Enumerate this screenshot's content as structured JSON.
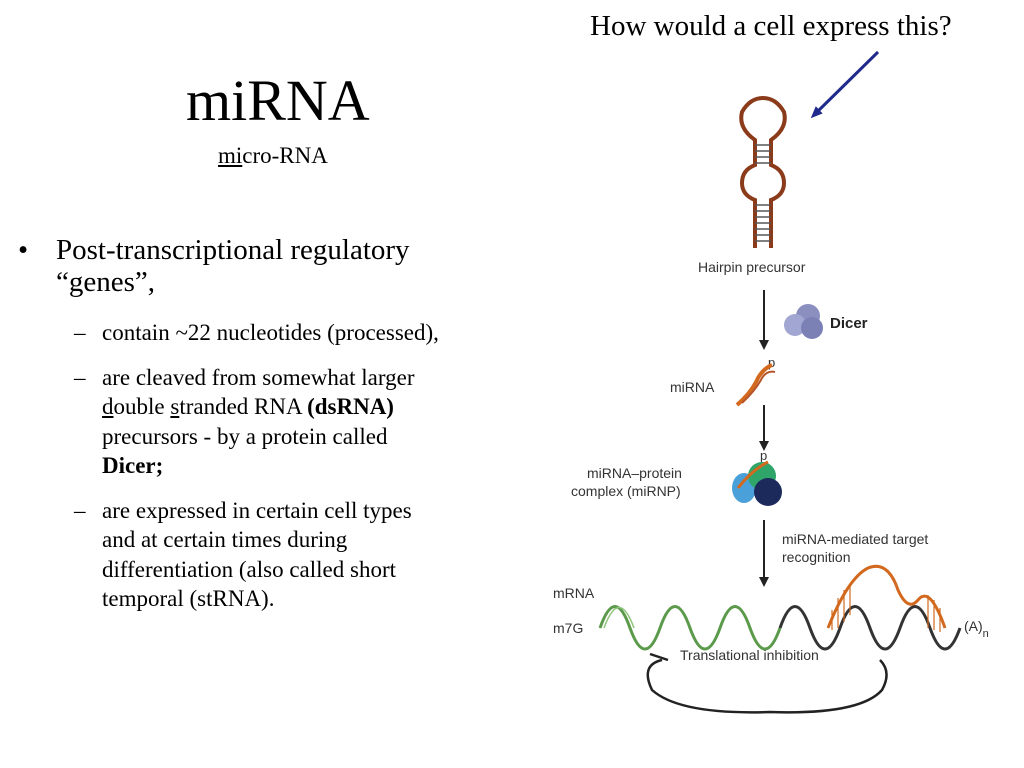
{
  "question": "How would a cell express this?",
  "title": "miRNA",
  "subtitle": {
    "underlined": "mi",
    "rest": "cro-RNA"
  },
  "bullet": {
    "marker": "•",
    "line1": "Post-transcriptional regulatory",
    "line2": "“genes”,"
  },
  "subitems": {
    "marker": "–",
    "item1": "contain ~22 nucleotides (processed),",
    "item2": {
      "line1": "are cleaved from somewhat larger",
      "d": "d",
      "ouble": "ouble ",
      "s": "s",
      "tranded": "tranded RNA ",
      "dsrna": "(dsRNA)",
      "line3": "precursors - by a protein called",
      "dicer": "Dicer;"
    },
    "item3": {
      "line1": "are expressed in certain cell types",
      "line2": "and at certain times during",
      "line3": "differentiation (also called short",
      "line4": "temporal (stRNA)."
    }
  },
  "diagram": {
    "hairpin_label": "Hairpin precursor",
    "dicer_label": "Dicer",
    "mirna_label": "miRNA",
    "p_label": "p",
    "p_label2": "p",
    "mirnp_line1": "miRNA–protein",
    "mirnp_line2": "complex (miRNP)",
    "target_line1": "miRNA-mediated target",
    "target_line2": "recognition",
    "mrna_label": "mRNA",
    "m7g_label": "m7G",
    "polya_label": "(A)",
    "polya_sub": "n",
    "inhibition_label": "Translational inhibition"
  },
  "colors": {
    "arrow": "#1f2a8c",
    "hairpin": "#8b3a1a",
    "mirna": "#d2691e",
    "mrna_green": "#5a9a4a",
    "mrna_dark": "#333333",
    "dicer": "#8a8fc0",
    "mirnp_teal": "#2fa56a",
    "mirnp_navy": "#1b2a5a",
    "mirnp_blue": "#4aa0d8"
  }
}
